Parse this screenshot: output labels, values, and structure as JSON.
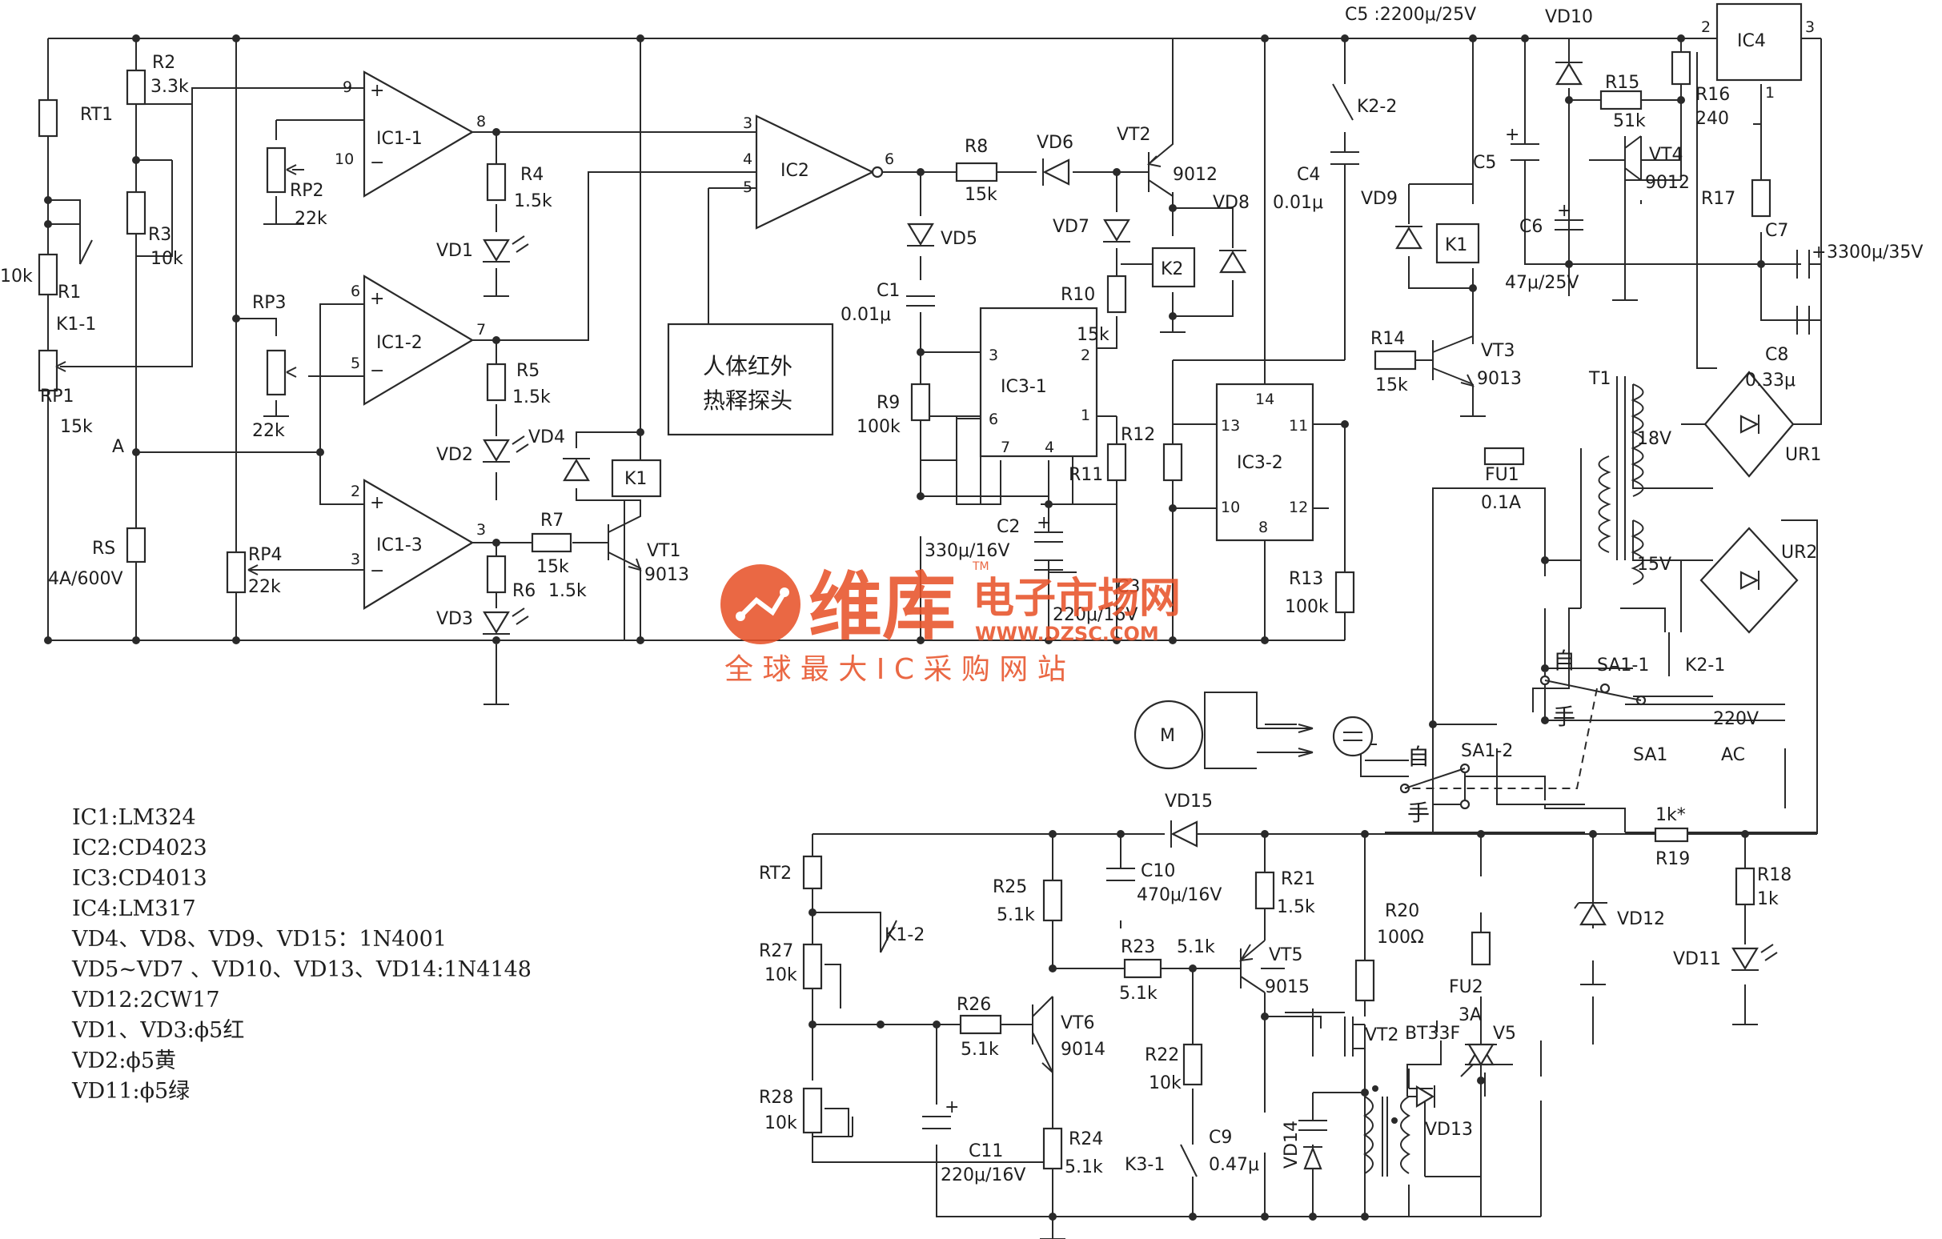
{
  "labels": {
    "RT1": "RT1",
    "R2": "R2",
    "R2v": "3.3k",
    "R3": "R3",
    "R3v": "10k",
    "R1v": "10k",
    "R1": "R1",
    "K1_1": "K1-1",
    "RP1": "RP1",
    "RP1v": "15k",
    "A": "A",
    "RS": "RS",
    "RSv": "4A/600V",
    "RP2": "RP2",
    "RP2v": "22k",
    "RP3": "RP3",
    "RP3v": "22k",
    "RP4": "RP4",
    "RP4v": "22k",
    "IC1_1": "IC1-1",
    "IC1_2": "IC1-2",
    "IC1_3": "IC1-3",
    "IC2": "IC2",
    "p9": "9",
    "p10": "10",
    "p8": "8",
    "p6a": "6",
    "p5a": "5",
    "p7a": "7",
    "p2a": "2",
    "p3a": "3",
    "p1b": "3",
    "p4b": "4",
    "p5b": "5",
    "p6b": "6",
    "R4": "R4",
    "R4v": "1.5k",
    "VD1": "VD1",
    "R5": "R5",
    "R5v": "1.5k",
    "VD2": "VD2",
    "VD4": "VD4",
    "R6": "R6",
    "R6v": "1.5k",
    "VD3": "VD3",
    "R7": "R7",
    "R7v": "15k",
    "K1": "K1",
    "VT1": "VT1",
    "VT1v": "9013",
    "sensor1": "人体红外",
    "sensor2": "热释探头",
    "R8": "R8",
    "R8v": "15k",
    "VD6": "VD6",
    "VT2": "VT2",
    "VT2v": "9012",
    "VD8": "VD8",
    "VD7": "VD7",
    "VD5": "VD5",
    "C1": "C1",
    "C1v": "0.01μ",
    "K2": "K2",
    "R10": "R10",
    "R10v": "15k",
    "R9": "R9",
    "R9v": "100k",
    "IC3_1": "IC3-1",
    "q3": "3",
    "q2": "2",
    "q6": "6",
    "q1": "1",
    "q7": "7",
    "q4": "4",
    "R11": "R11",
    "C2": "C2",
    "C2v": "330μ/16V",
    "C3": "C3",
    "C3v": "220μ/16V",
    "IC3_2": "IC3-2",
    "s14": "14",
    "s13": "13",
    "s11": "11",
    "s10": "10",
    "s12": "12",
    "s8": "8",
    "R12": "R12",
    "R13": "R13",
    "R13v": "100k",
    "K2_2": "K2-2",
    "C4": "C4",
    "C4v": "0.01μ",
    "VD9": "VD9",
    "K1b": "K1",
    "R14": "R14",
    "R14v": "15k",
    "VT3": "VT3",
    "VT3v": "9013",
    "C5top": "C5 :2200μ/25V",
    "VD10": "VD10",
    "C5": "C5",
    "C6": "C6",
    "C6v": "47μ/25V",
    "R15": "R15",
    "R15v": "51k",
    "R16": "R16",
    "R16v": "240",
    "IC4": "IC4",
    "i2": "2",
    "i3": "3",
    "i1": "1",
    "VT4": "VT4",
    "VT4v": "9012",
    "R17": "R17",
    "C7": "C7",
    "C7v": "3300μ/35V",
    "C8": "C8",
    "C8v": "0.33μ",
    "T1": "T1",
    "T18": "18V",
    "T15": "15V",
    "UR1": "UR1",
    "UR2": "UR2",
    "FU1": "FU1",
    "FU1v": "0.1A",
    "zi1": "自",
    "shou1": "手",
    "SA1_1": "SA1-1",
    "K2_1": "K2-1",
    "V220": "220V",
    "AC": "AC",
    "SA1": "SA1",
    "zi2": "自",
    "SA1_2": "SA1-2",
    "shou2": "手",
    "M": "M",
    "VD15": "VD15",
    "C10": "C10",
    "C10v": "470μ/16V",
    "R19": "R19",
    "R19v": "1k*",
    "R18": "R18",
    "R18v": "1k",
    "VD12": "VD12",
    "VD11": "VD11",
    "RT2": "RT2",
    "K1_2": "K1-2",
    "R27": "R27",
    "R27v": "10k",
    "R28": "R28",
    "R28v": "10k",
    "R25": "R25",
    "R25v": "5.1k",
    "R21": "R21",
    "R21v": "1.5k",
    "R20": "R20",
    "R20v": "100Ω",
    "R23": "R23",
    "R23v": "5.1k",
    "R23b": "5.1k",
    "VT5": "VT5",
    "VT5v": "9015",
    "R26": "R26",
    "R26v": "5.1k",
    "VT6": "VT6",
    "VT6v": "9014",
    "R22": "R22",
    "R22v": "10k",
    "VT2b": "VT2",
    "FU2": "FU2",
    "FU2v": "3A",
    "BT33F": "BT33F",
    "V5": "V5",
    "C11": "C11",
    "C11v": "220μ/16V",
    "R24": "R24",
    "R24v": "5.1k",
    "K3_1": "K3-1",
    "C9": "C9",
    "C9v": "0.47μ",
    "VD14": "VD14",
    "VD13": "VD13"
  },
  "legend": [
    "IC1:LM324",
    "IC2:CD4023",
    "IC3:CD4013",
    "IC4:LM317",
    "VD4、VD8、VD9、VD15：1N4001",
    "VD5~VD7 、VD10、VD13、VD14:1N4148",
    "VD12:2CW17",
    "VD1、VD3:ϕ5红",
    "VD2:ϕ5黄",
    "VD11:ϕ5绿"
  ],
  "watermark": {
    "brand": "维库",
    "tm": "TM",
    "site": "电子市场网",
    "url": "WWW.DZSC.COM",
    "slogan": "全 球 最 大 I C 采 购 网 站"
  }
}
